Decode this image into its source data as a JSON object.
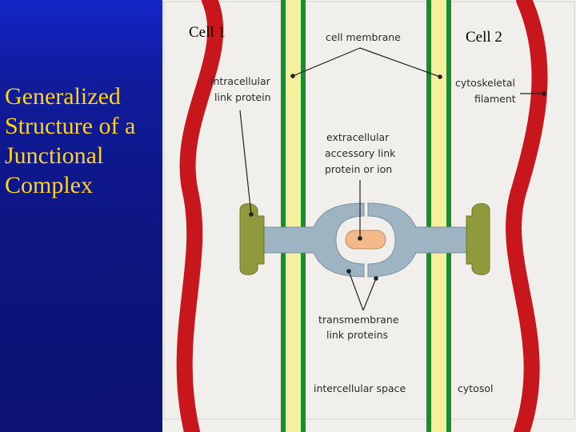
{
  "slide": {
    "title": "Generalized Structure of a Junctional Complex",
    "colors": {
      "left_panel": "#0d1580",
      "title_text": "#ffd21e",
      "diagram_background": "#f1efeb",
      "cytoskeletal_filament": "#c8161d",
      "cell_membrane_outer": "#1d8a2e",
      "cell_membrane_inner": "#f5f0a0",
      "intracellular_link_protein": "#8e9a3c",
      "transmembrane_link_protein": "#9fb4c3",
      "extracellular_accessory_protein": "#f2b98a"
    }
  },
  "diagram": {
    "cell_labels": [
      "Cell 1",
      "Cell 2"
    ],
    "labels": {
      "cell_membrane": "cell membrane",
      "intracellular_link_protein": [
        "intracellular",
        "link protein"
      ],
      "cytoskeletal_filament": [
        "cytoskeletal",
        "filament"
      ],
      "extracellular_accessory": [
        "extracellular",
        "accessory link",
        "protein or ion"
      ],
      "transmembrane_link_proteins": [
        "transmembrane",
        "link proteins"
      ],
      "intercellular_space": "intercellular space",
      "cytosol": "cytosol"
    }
  }
}
